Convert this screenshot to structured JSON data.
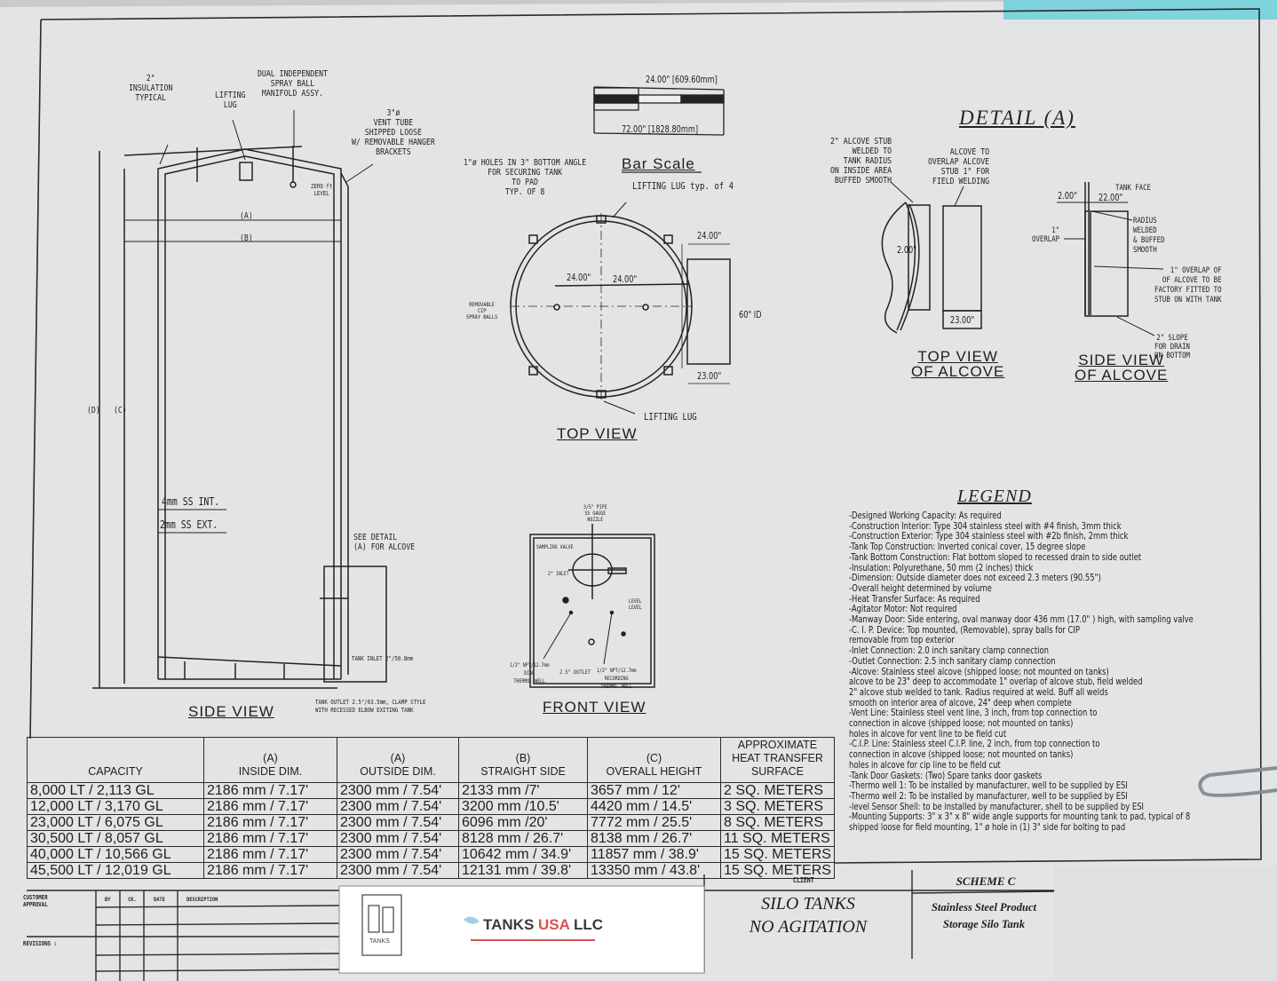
{
  "side_view": {
    "title": "SIDE VIEW",
    "insulation_note": "2\"\nINSULATION\nTYPICAL",
    "lifting_lug": "LIFTING\nLUG",
    "spray_ball": "DUAL INDEPENDENT\nSPRAY BALL\nMANIFOLD ASSY.",
    "vent_tube": "3\"ø\nVENT TUBE\nSHIPPED LOOSE\nW/ REMOVABLE HANGER\nBRACKETS",
    "level_note": "ZERO ft\nLEVEL",
    "dim_a": "(A)",
    "dim_b": "(B)",
    "dim_c": "(C)",
    "dim_d": "(D)",
    "interior_shell": "4mm SS INT.",
    "exterior_shell": "2mm SS EXT.",
    "see_detail": "SEE DETAIL\n(A) FOR ALCOVE",
    "tank_inlet": "TANK INLET 2\"/50.8mm",
    "tank_outlet": "TANK OUTLET 2.5\"/63.5mm, CLAMP STYLE\nWITH RECESSED ELBOW EXITING TANK"
  },
  "bar_scale": {
    "title": "Bar Scale",
    "top_label": "24.00\" [609.60mm]",
    "bottom_label": "72.00\" [1828.80mm]"
  },
  "top_view": {
    "title": "TOP VIEW",
    "holes_note": "1\"ø HOLES IN 3\" BOTTOM ANGLE\nFOR SECURING TANK\nTO PAD\nTYP. OF 8",
    "lifting_lug_typ": "LIFTING LUG typ. of 4",
    "lifting_lug": "LIFTING LUG",
    "spray_balls": "REMOVABLE\nCIP\nSPRAY BALLS",
    "dim_left": "24.00\"",
    "dim_right": "24.00\"",
    "alcove_width": "24.00\"",
    "alcove_depth": "23.00\"",
    "inside_diameter": "60\" ID"
  },
  "front_view": {
    "title": "FRONT VIEW",
    "pipe_note": "3/5\" PIPE\nSS GAUGE\nNOZZLE",
    "sampling_valve": "SAMPLING VALVE",
    "inlet": "2\" INLET",
    "level": "LEVEL\nLEVEL",
    "dial_well": "1/2\" NPT/12.7mm\nDIAL\nTHERMO. WELL",
    "outlet": "2.5\" OUTLET",
    "recording_well": "1/2\" NPT/12.7mm\nRECORDING\nTHERMO. WELL"
  },
  "detail": {
    "title": "DETAIL (A)",
    "stub_note": "2\" ALCOVE STUB\nWELDED TO\nTANK RADIUS\nON INSIDE AREA\nBUFFED SMOOTH",
    "overlap_note": "ALCOVE TO\nOVERLAP ALCOVE\nSTUB 1\" FOR\nFIELD WELDING",
    "top_dim_stub": "2.00\"",
    "top_dim_depth": "23.00\"",
    "top_view_title": "TOP VIEW\nOF ALCOVE",
    "tank_face": "TANK FACE",
    "side_dim_stub": "2.00\"",
    "side_dim_depth": "22.00\"",
    "overlap": "1\"\nOVERLAP",
    "radius_note": "RADIUS\nWELDED\n& BUFFED\nSMOOTH",
    "factory_note": "1\" OVERLAP OF\nOF ALCOVE TO BE\nFACTORY FITTED TO\nSTUB ON WITH TANK",
    "slope_note": "2\" SLOPE\nFOR DRAIN\nON BOTTOM",
    "side_view_title": "SIDE VIEW\nOF ALCOVE"
  },
  "legend": {
    "title": "LEGEND",
    "items": [
      "-Designed Working Capacity: As required",
      "-Construction Interior: Type 304 stainless steel with #4 finish, 3mm thick",
      "-Construction Exterior: Type 304 stainless steel with #2b finish, 2mm thick",
      "-Tank Top Construction: Inverted conical cover, 15 degree slope",
      "-Tank Bottom Construction: Flat bottom sloped to recessed drain to side outlet",
      "-Insulation: Polyurethane, 50 mm (2 inches) thick",
      "-Dimension: Outside diameter does not exceed 2.3 meters (90.55\")",
      "-Overall height determined by volume",
      "-Heat Transfer Surface: As required",
      "-Agitator Motor: Not required",
      "-Manway Door: Side entering, oval manway door 436 mm (17.0\" ) high, with sampling valve",
      "-C. I. P. Device: Top mounted, (Removable), spray balls for CIP\n    removable from top exterior",
      "-Inlet Connection: 2.0 inch sanitary clamp connection",
      "-Outlet Connection: 2.5 inch sanitary clamp connection",
      "-Alcove: Stainless steel alcove (shipped loose; not mounted on tanks)\n    alcove to be 23\" deep to accommodate 1\" overlap of alcove stub, field welded\n    2\" alcove stub welded to tank. Radius required at weld. Buff all welds\n    smooth on interior area of alcove, 24\" deep when complete",
      "-Vent Line: Stainless steel vent line, 3 inch, from top connection to\n    connection in alcove (shipped loose; not mounted on tanks)\n    holes in alcove for vent line to be field cut",
      "-C.I.P. Line: Stainless steel C.I.P. line, 2 inch, from top connection to\n    connection in alcove (shipped loose; not mounted on tanks)\n    holes in alcove for cip line to be field cut",
      "-Tank Door Gaskets: (Two) Spare tanks door gaskets",
      "-Thermo well 1: To be installed by manufacturer, well to be supplied by ESI",
      "-Thermo well 2: To be installed by manufacturer, well to be supplied by ESI",
      "-level Sensor Shell: to be installed by manufacturer, shell to be supplied by ESI",
      "-Mounting Supports: 3\" x 3\" x 8\" wide angle supports for mounting tank to pad, typical of 8\n  shipped loose for field mounting, 1\" ø hole in (1) 3\" side for bolting to pad"
    ]
  },
  "capacity_table": {
    "headers": [
      "CAPACITY",
      "(A)\nINSIDE DIM.",
      "(A)\nOUTSIDE DIM.",
      "(B)\nSTRAIGHT SIDE",
      "(C)\nOVERALL HEIGHT",
      "APPROXIMATE\nHEAT TRANSFER\nSURFACE"
    ],
    "rows": [
      [
        "8,000 LT / 2,113 GL",
        "2186 mm / 7.17'",
        "2300 mm / 7.54'",
        "2133 mm /7'",
        "3657 mm / 12'",
        "2 SQ. METERS"
      ],
      [
        "12,000 LT / 3,170 GL",
        "2186 mm / 7.17'",
        "2300 mm / 7.54'",
        "3200 mm /10.5'",
        "4420 mm / 14.5'",
        "3 SQ. METERS"
      ],
      [
        "23,000 LT / 6,075 GL",
        "2186 mm / 7.17'",
        "2300 mm / 7.54'",
        "6096 mm /20'",
        "7772 mm / 25.5'",
        "8 SQ. METERS"
      ],
      [
        "30,500 LT / 8,057 GL",
        "2186 mm / 7.17'",
        "2300 mm / 7.54'",
        "8128 mm / 26.7'",
        "8138 mm / 26.7'",
        "11 SQ. METERS"
      ],
      [
        "40,000 LT / 10,566 GL",
        "2186 mm / 7.17'",
        "2300 mm / 7.54'",
        "10642 mm / 34.9'",
        "11857 mm / 38.9'",
        "15 SQ. METERS"
      ],
      [
        "45,500 LT / 12,019 GL",
        "2186 mm / 7.17'",
        "2300 mm / 7.54'",
        "12131 mm / 39.8'",
        "13350 mm / 43.8'",
        "15 SQ. METERS"
      ]
    ]
  },
  "title_block": {
    "customer_approval": "CUSTOMER\nAPPROVAL",
    "col_by": "BY",
    "col_ck": "CK.",
    "col_date": "DATE",
    "col_description": "DESCRIPTION",
    "revisions": "REVISIONS :",
    "company_logo_text": "TANKS",
    "company_name_prefix": "TANKS ",
    "company_name_accent": "USA",
    "company_name_suffix": " LLC",
    "client_label": "CLIENT",
    "client_line1": "SILO TANKS",
    "client_line2": "NO AGITATION",
    "scheme": "SCHEME C",
    "description_line1": "Stainless Steel Product",
    "description_line2": "Storage Silo Tank"
  },
  "colors": {
    "paper": "#e4e5e7",
    "ink": "#1e1e1e",
    "accent_red": "#d9534f",
    "accent_teal": "#7fd3dc"
  }
}
